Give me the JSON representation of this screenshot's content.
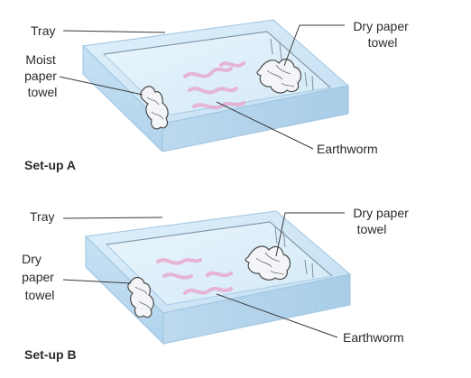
{
  "setup_a": {
    "caption": "Set-up A",
    "labels": {
      "tray": "Tray",
      "left_towel": [
        "Moist",
        "paper",
        "towel"
      ],
      "right_towel": [
        "Dry paper",
        "towel"
      ],
      "earthworm": "Earthworm"
    }
  },
  "setup_b": {
    "caption": "Set-up B",
    "labels": {
      "tray": "Tray",
      "left_towel": [
        "Dry",
        "paper",
        "towel"
      ],
      "right_towel": [
        "Dry paper",
        "towel"
      ],
      "earthworm": "Earthworm"
    }
  },
  "colors": {
    "tray_fill": "#cfe6f5",
    "tray_edge": "#9fc4e0",
    "earthworm": "#e7a9cf"
  }
}
